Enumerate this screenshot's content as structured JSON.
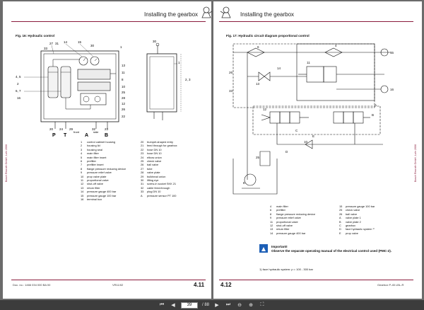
{
  "left_page": {
    "header_title": "Installing the gearbox",
    "figure_caption": "Fig. 16:  Hydraulic control",
    "side_note": "Bosch Rexroth GmbH, Lohr 2006",
    "legend_col1": [
      {
        "n": "1",
        "t": "control cabinet housing"
      },
      {
        "n": "2",
        "t": "housing lid"
      },
      {
        "n": "3",
        "t": "housing seal"
      },
      {
        "n": "4",
        "t": "main filter"
      },
      {
        "n": "5",
        "t": "main filter insert"
      },
      {
        "n": "6",
        "t": "prefilter"
      },
      {
        "n": "7",
        "t": "prefilter insert"
      },
      {
        "n": "8",
        "t": "flange pressure reducing device"
      },
      {
        "n": "9",
        "t": "pressure relief valve"
      },
      {
        "n": "10",
        "t": "prop valve plate"
      },
      {
        "n": "11",
        "t": "proportional valve"
      },
      {
        "n": "12",
        "t": "shut-off valve"
      },
      {
        "n": "13",
        "t": "return filter"
      },
      {
        "n": "14",
        "t": "pressure gauge 400 bar"
      },
      {
        "n": "15",
        "t": "pressure gauge 100 bar"
      },
      {
        "n": "16",
        "t": "terminal box"
      }
    ],
    "legend_col2": [
      {
        "n": "20",
        "t": "trumpet-shaped entry"
      },
      {
        "n": "21",
        "t": "feed through for gearbox"
      },
      {
        "n": "22",
        "t": "hose DN 10"
      },
      {
        "n": "23",
        "t": "hose DN 10"
      },
      {
        "n": "24",
        "t": "elbow union"
      },
      {
        "n": "25",
        "t": "check valve"
      },
      {
        "n": "26",
        "t": "ball valve"
      },
      {
        "n": "27",
        "t": "tube"
      },
      {
        "n": "28",
        "t": "valve plate"
      },
      {
        "n": "29",
        "t": "bulkhead union"
      },
      {
        "n": "30",
        "t": "lifting eye"
      },
      {
        "n": "31",
        "t": "screw-in socket SKK 21"
      },
      {
        "n": "32",
        "t": "cable feed-through"
      },
      {
        "n": "33",
        "t": "plug DN 10"
      },
      {
        "n": "A",
        "t": "pressure sensor PT 100"
      }
    ],
    "footer_doc": "Doc. no.: 1466 034 000 BA 00",
    "footer_ver": "VR11/02",
    "page_number": "4.11",
    "view_labels": {
      "front": "front",
      "side": "side"
    }
  },
  "right_page": {
    "header_title": "Installing the gearbox",
    "figure_caption": "Fig. 17:  Hydraulic circuit diagram proportional control",
    "side_note": "Bosch Rexroth GmbH, Lohr 2006",
    "legend_col1": [
      {
        "n": "4",
        "t": "main filter"
      },
      {
        "n": "6",
        "t": "prefilter"
      },
      {
        "n": "8",
        "t": "flange pressure reducing device"
      },
      {
        "n": "9",
        "t": "pressure relief valve"
      },
      {
        "n": "11",
        "t": "proportional valve"
      },
      {
        "n": "12",
        "t": "shut-off valve"
      },
      {
        "n": "13",
        "t": "return filter"
      },
      {
        "n": "14",
        "t": "pressure gauge 400 bar"
      }
    ],
    "legend_col2": [
      {
        "n": "15",
        "t": "pressure gauge 100 bar"
      },
      {
        "n": "25",
        "t": "check valve"
      },
      {
        "n": "26",
        "t": "ball valve"
      },
      {
        "n": "A",
        "t": "valve plate 1"
      },
      {
        "n": "B",
        "t": "valve plate 2"
      },
      {
        "n": "C",
        "t": "gearbox"
      },
      {
        "n": "D",
        "t": "face hydraulic system ¹⁾"
      },
      {
        "n": "E",
        "t": "prop valve"
      }
    ],
    "important_title": "Important!",
    "important_text": "Observe the separate operating manual of the electrical control used (PMC-2).",
    "footnote": "1)  face hydraulic system: p = 100 - 300 bar",
    "footer_right": "Gearbox P-45 LBL-R",
    "page_number": "4.12"
  },
  "toolbar": {
    "current_page": "39",
    "total_pages": "/ 88",
    "first_icon": "first-page-icon",
    "prev_icon": "prev-page-icon",
    "next_icon": "next-page-icon",
    "last_icon": "last-page-icon"
  },
  "colors": {
    "accent": "#8a1c3c",
    "important_box": "#1d5fb6"
  }
}
